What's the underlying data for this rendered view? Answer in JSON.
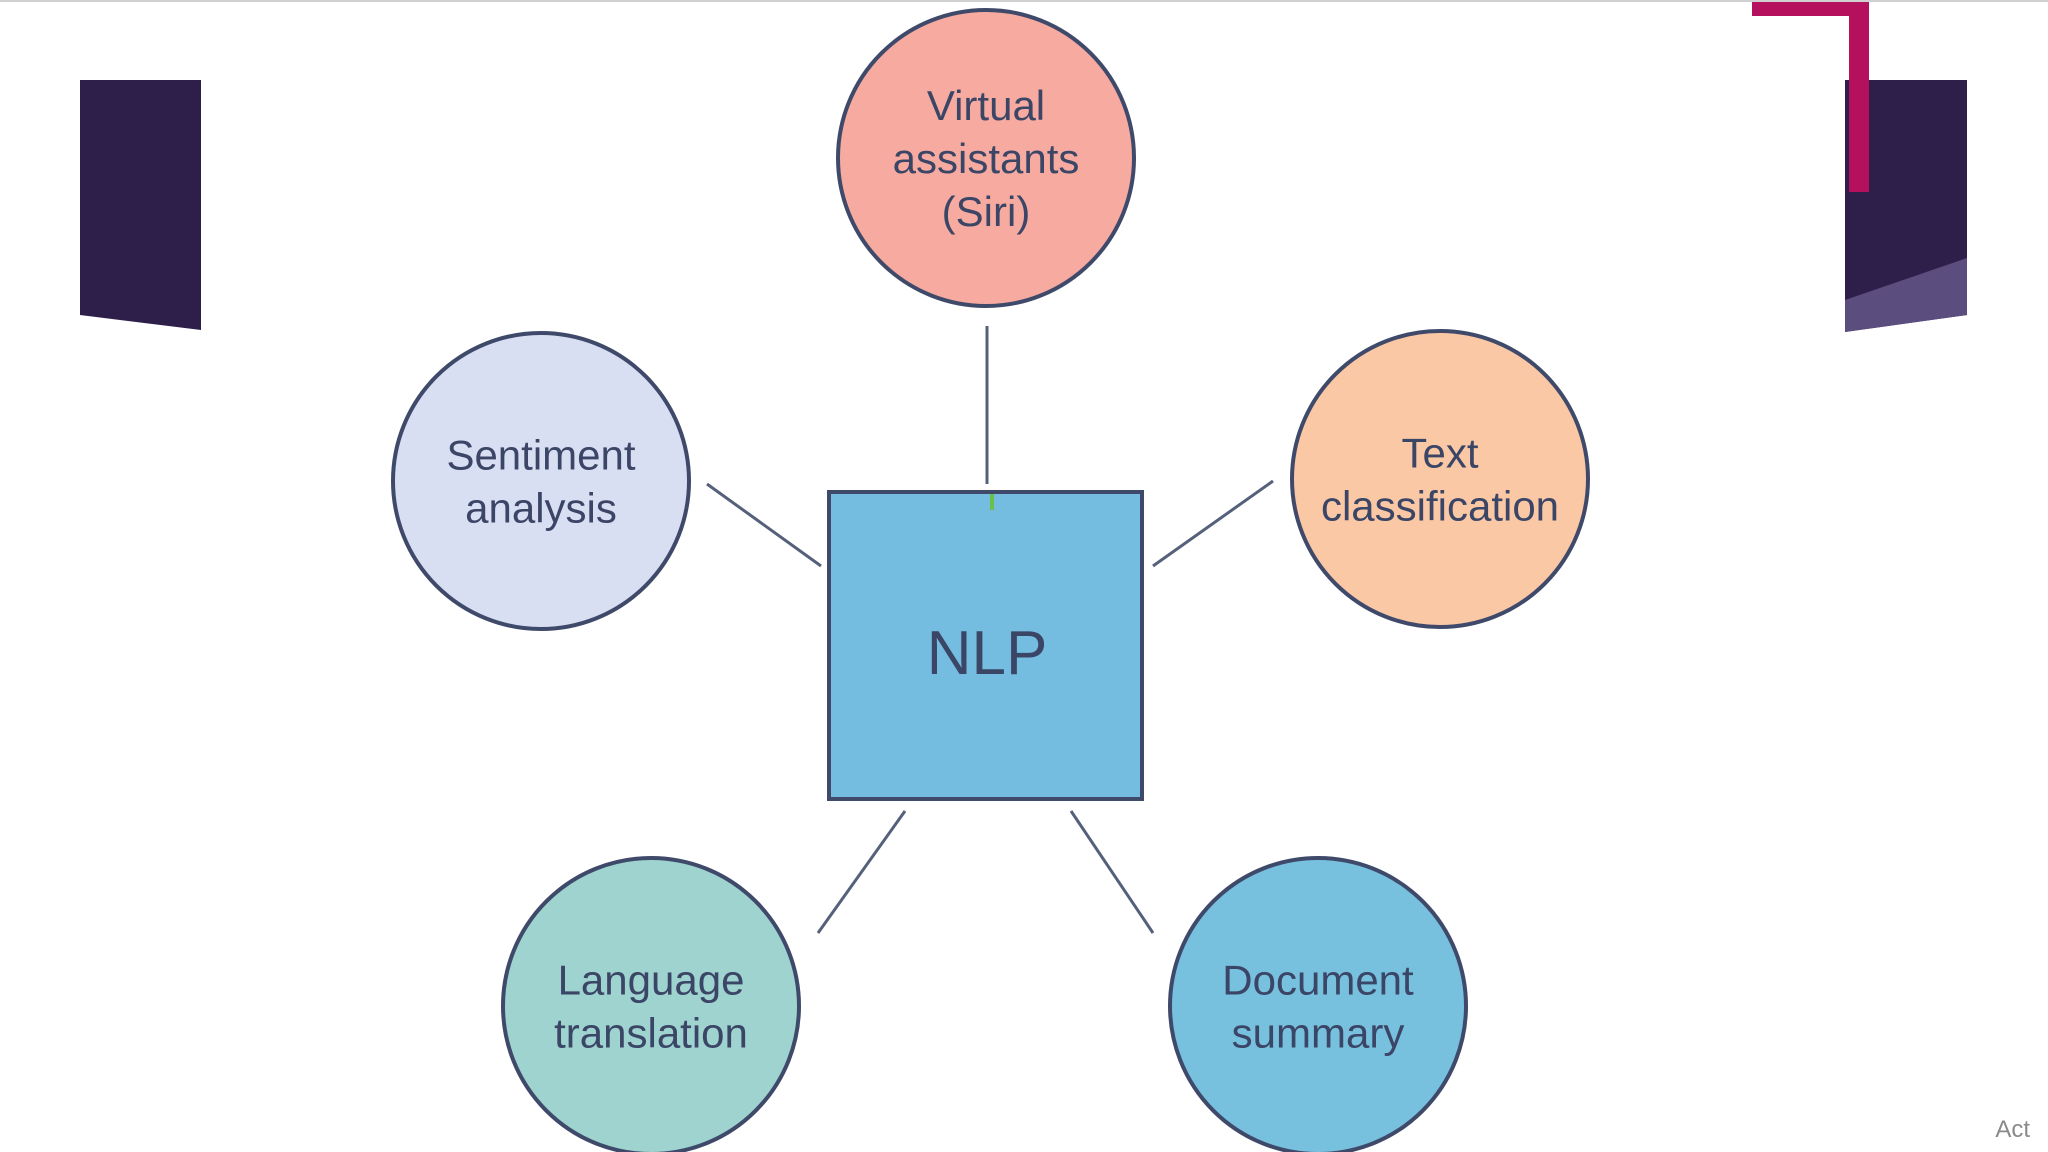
{
  "diagram": {
    "center": {
      "label": "NLP",
      "color": "#74bde0"
    },
    "nodes": [
      {
        "id": "virtual-assistants",
        "lines": [
          "Virtual",
          "assistants",
          "(Siri)"
        ],
        "color": "#f7aba0"
      },
      {
        "id": "sentiment-analysis",
        "lines": [
          "Sentiment",
          "analysis"
        ],
        "color": "#d9dff3"
      },
      {
        "id": "text-classification",
        "lines": [
          "Text",
          "classification"
        ],
        "color": "#fbc8a5"
      },
      {
        "id": "language-translation",
        "lines": [
          "Language",
          "translation"
        ],
        "color": "#9fd3cf"
      },
      {
        "id": "document-summary",
        "lines": [
          "Document",
          "summary"
        ],
        "color": "#77c1df"
      }
    ],
    "outline_color": "#3f4a6b",
    "text_color": "#3b4566"
  },
  "theme": {
    "dark_purple": "#2d1e4a",
    "magenta": "#b5105e",
    "light_purple": "#5b4d7e"
  },
  "overlay_text": "Act"
}
